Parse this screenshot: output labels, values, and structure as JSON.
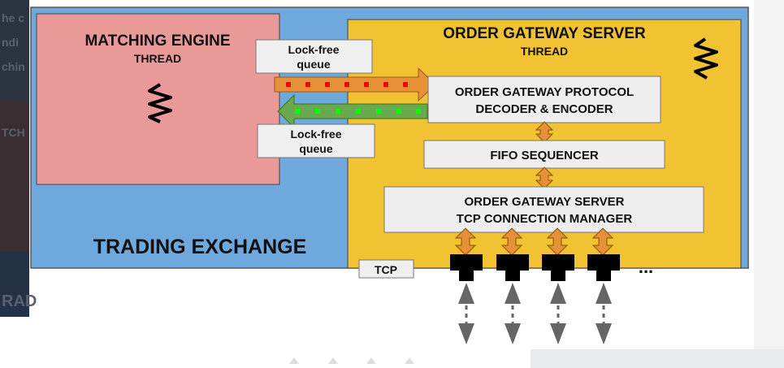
{
  "background_fragments": [
    "he c",
    "ndi",
    "chin",
    "TCH",
    "RAD"
  ],
  "trading_exchange": {
    "label": "TRADING EXCHANGE"
  },
  "matching_engine": {
    "title": "MATCHING ENGINE",
    "subtitle": "THREAD"
  },
  "gateway": {
    "title": "ORDER GATEWAY SERVER",
    "subtitle": "THREAD"
  },
  "queues": {
    "top": [
      "Lock-free",
      "queue"
    ],
    "bottom": [
      "Lock-free",
      "queue"
    ]
  },
  "components": {
    "protocol": [
      "ORDER GATEWAY PROTOCOL",
      "DECODER & ENCODER"
    ],
    "fifo": "FIFO SEQUENCER",
    "tcp_manager": [
      "ORDER GATEWAY SERVER",
      "TCP CONNECTION MANAGER"
    ]
  },
  "tcp_label": "TCP",
  "ellipsis": "...",
  "colors": {
    "exchange_bg": "#6fa8dc",
    "matching_engine_bg": "#ea9999",
    "gateway_bg": "#f1c232",
    "box_bg": "#eeeeee",
    "arrow_orange": "#e69138",
    "arrow_green": "#6aa84f",
    "dot_red": "#ff0000",
    "dot_green": "#00ff00",
    "socket": "#000000",
    "client_arrow": "#666666"
  },
  "icons": {
    "thread_icon": "spring-icon"
  }
}
